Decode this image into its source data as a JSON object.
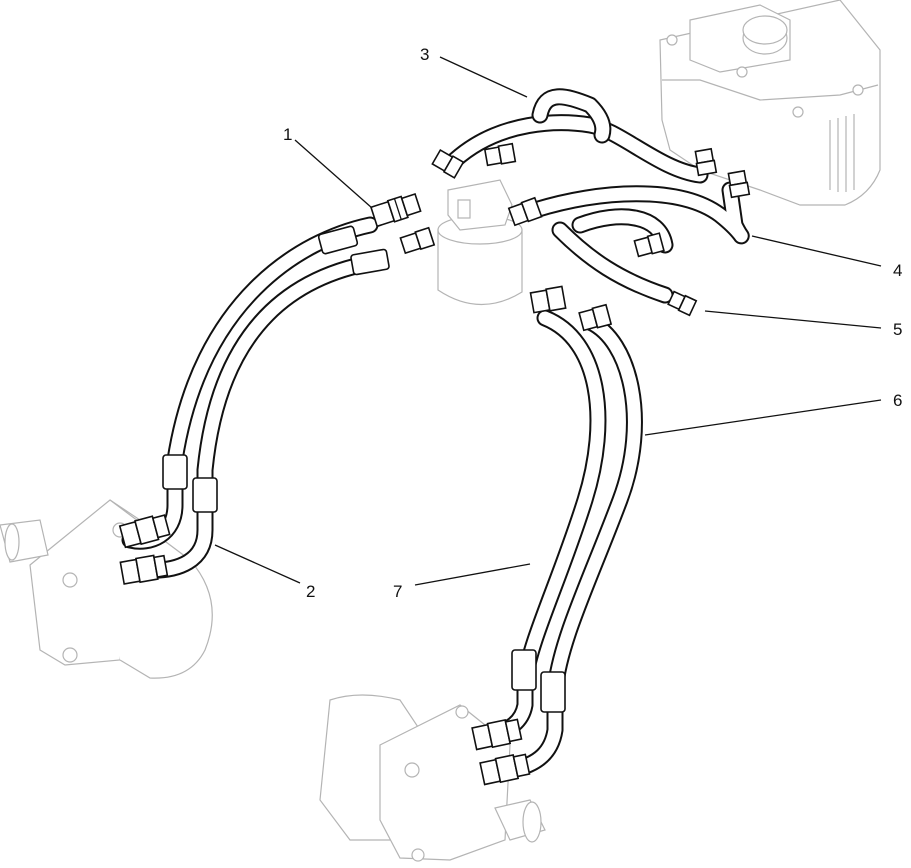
{
  "diagram": {
    "callouts": [
      {
        "id": "1",
        "label": "1"
      },
      {
        "id": "2",
        "label": "2"
      },
      {
        "id": "3",
        "label": "3"
      },
      {
        "id": "4",
        "label": "4"
      },
      {
        "id": "5",
        "label": "5"
      },
      {
        "id": "6",
        "label": "6"
      },
      {
        "id": "7",
        "label": "7"
      }
    ]
  },
  "colors": {
    "line": "#111111",
    "faint": "#b4b4b4",
    "background": "#ffffff"
  }
}
